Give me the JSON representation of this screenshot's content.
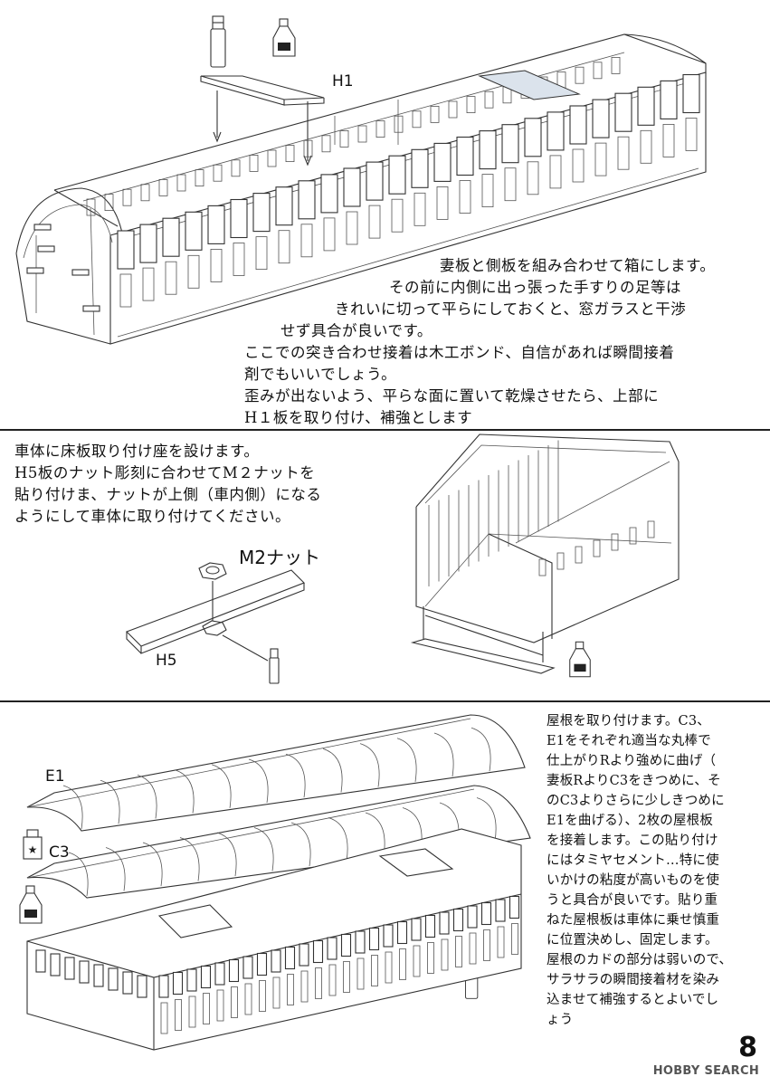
{
  "section1": {
    "label_h1": "H1",
    "lines": [
      "妻板と側板を組み合わせて箱にします。",
      "その前に内側に出っ張った手すりの足等は",
      "きれいに切って平らにしておくと、窓ガラスと干渉",
      "せず具合が良いです。",
      "ここでの突き合わせ接着は木工ボンド、自信があれば瞬間接着",
      "剤でもいいでしょう。",
      "歪みが出ないよう、平らな面に置いて乾燥させたら、上部に",
      "H１板を取り付け、補強とします"
    ]
  },
  "section2": {
    "lines": [
      "車体に床板取り付け座を設けます。",
      "H5板のナット彫刻に合わせてM２ナットを",
      "貼り付けま、ナットが上側（車内側）になる",
      "ようにして車体に取り付けてください。"
    ],
    "label_nut": "M2ナット",
    "label_h5": "H5"
  },
  "section3": {
    "label_e1": "E1",
    "label_c3": "C3",
    "lines": [
      "屋根を取り付けます。C3、",
      "E1をそれぞれ適当な丸棒で",
      "仕上がりRより強めに曲げ（",
      "妻板RよりC3をきつめに、そ",
      "のC3よりさらに少しきつめに",
      "E1を曲げる）、2枚の屋根板",
      "を接着します。この貼り付け",
      "にはタミヤセメント…特に使",
      "いかけの粘度が高いものを使",
      "うと具合が良いです。貼り重",
      "ねた屋根板は車体に乗せ慎重",
      "に位置決めし、固定します。",
      "屋根のカドの部分は弱いので、",
      "サラサラの瞬間接着材を染み",
      "込ませて補強するとよいでし",
      "ょう"
    ]
  },
  "footer": {
    "page_number": "8",
    "watermark": "HOBBY SEARCH"
  }
}
